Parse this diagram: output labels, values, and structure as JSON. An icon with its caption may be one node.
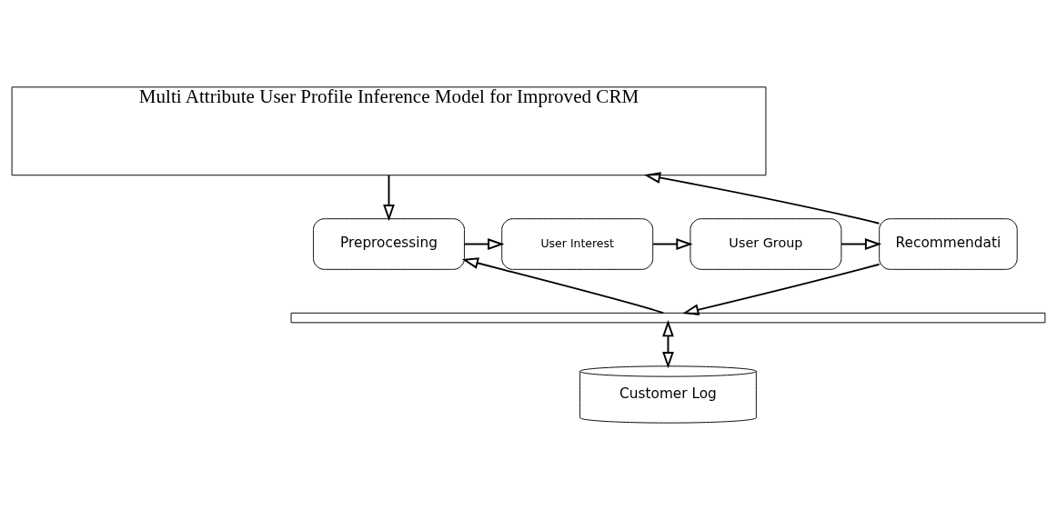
{
  "diagram": {
    "nodes": [
      {
        "text": [
          "Multi Attribute User Profile Inference Model for Improved CRM"
        ]
      },
      {
        "text": [
          "Preprocessing"
        ]
      },
      {
        "text": [
          "User Interest"
        ]
      },
      {
        "text": [
          "User Group"
        ]
      },
      {
        "text": [
          "Recommendati"
        ]
      },
      {
        "text": [],
        "shape": "bar"
      },
      {
        "text": [
          "Customer Log"
        ]
      }
    ],
    "edges": [
      {
        "from": 0,
        "to": 1,
        "arrow": "to"
      },
      {
        "from": 5,
        "to": 1,
        "arrow": "to"
      },
      {
        "from": 1,
        "to": 2,
        "arrow": "to"
      },
      {
        "from": 2,
        "to": 3,
        "arrow": "to"
      },
      {
        "from": 3,
        "to": 4,
        "arrow": "to"
      },
      {
        "from": 4,
        "to": 0,
        "arrow": "to"
      },
      {
        "from": 4,
        "to": 5,
        "arrow": "to"
      },
      {
        "from": 5,
        "to": 6,
        "arrow": "both"
      }
    ]
  }
}
